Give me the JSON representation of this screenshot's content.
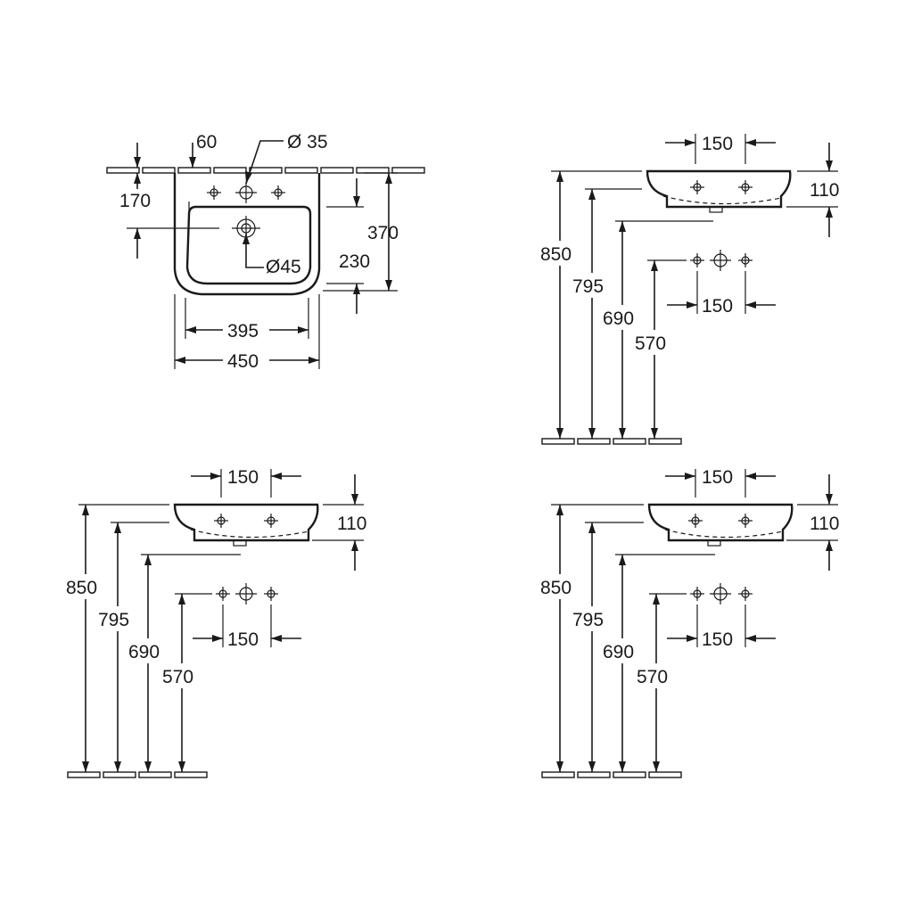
{
  "top_view": {
    "dim_60": "60",
    "dim_dia35": "Ø 35",
    "dim_170": "170",
    "dim_370": "370",
    "dim_dia45": "Ø45",
    "dim_230": "230",
    "dim_395": "395",
    "dim_450": "450"
  },
  "side_view_a": {
    "dim_150_top": "150",
    "dim_110": "110",
    "dim_850": "850",
    "dim_795": "795",
    "dim_690": "690",
    "dim_150_bottom": "150",
    "dim_570": "570"
  },
  "side_view_b": {
    "dim_150_top": "150",
    "dim_110": "110",
    "dim_850": "850",
    "dim_795": "795",
    "dim_690": "690",
    "dim_150_bottom": "150",
    "dim_570": "570"
  },
  "side_view_c": {
    "dim_150_top": "150",
    "dim_110": "110",
    "dim_850": "850",
    "dim_795": "795",
    "dim_690": "690",
    "dim_150_bottom": "150",
    "dim_570": "570"
  }
}
